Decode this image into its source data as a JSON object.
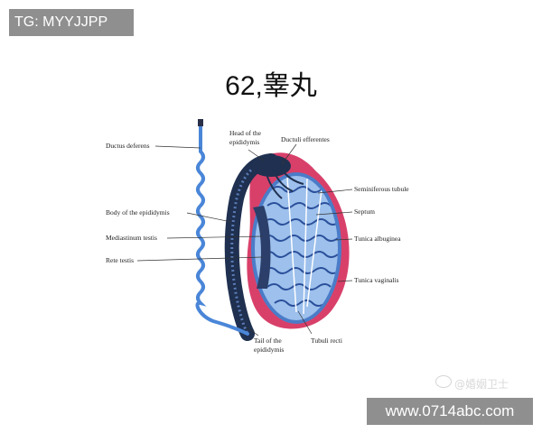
{
  "badges": {
    "top_left": "TG: MYYJJPP",
    "bottom_right": "www.0714abc.com"
  },
  "title": "62,睾丸",
  "watermark": "@婚姻卫士",
  "colors": {
    "vessel_blue": "#4a86d8",
    "testis_blue": "#8fb6e6",
    "tunica_red": "#d8406a",
    "epididymis_dark": "#1f3050"
  },
  "labels": {
    "ductus_deferens": "Ductus deferens",
    "head_line1": "Head of the",
    "head_line2": "epididymis",
    "ductuli_efferentes": "Ductuli efferentes",
    "seminiferous_tubule": "Seminiferous tubule",
    "septum": "Septum",
    "body_epididymis": "Body of the epididymis",
    "mediastinum_testis": "Mediastinum testis",
    "tunica_albuginea": "Tunica albuginea",
    "rete_testis": "Rete testis",
    "tunica_vaginalis": "Tunica vaginalis",
    "tail_line1": "Tail of the",
    "tail_line2": "epididymis",
    "tubuli_recti": "Tubuli recti"
  }
}
